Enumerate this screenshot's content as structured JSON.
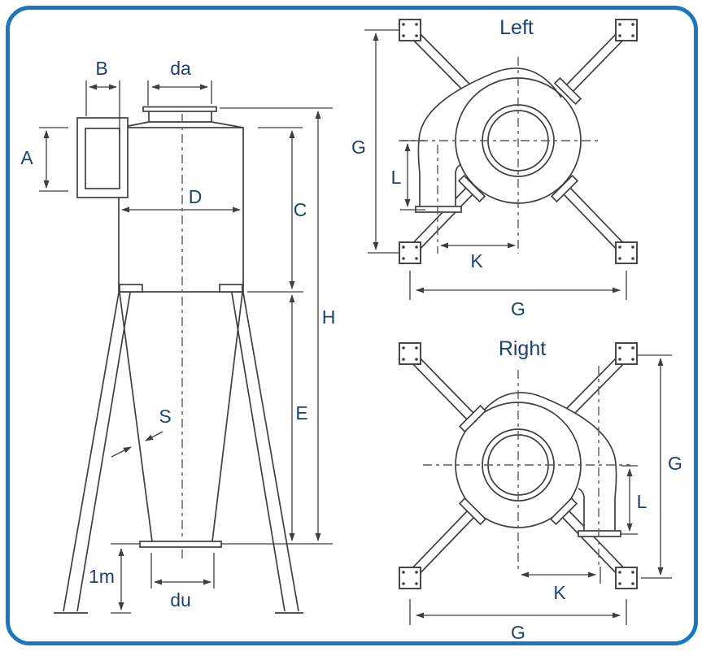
{
  "colors": {
    "line": "#3f3f41",
    "label": "#1e4174",
    "border": "#1b76bf",
    "dash": "#5a5a5c"
  },
  "side_view": {
    "labels": {
      "A": "A",
      "B": "B",
      "C": "C",
      "D": "D",
      "E": "E",
      "H": "H",
      "S": "S",
      "da": "da",
      "du": "du",
      "ground_clearance": "1m"
    }
  },
  "top_view_left": {
    "title": "Left",
    "labels": {
      "g_vertical": "G",
      "l": "L",
      "k": "K",
      "g_horizontal": "G"
    }
  },
  "top_view_right": {
    "title": "Right",
    "labels": {
      "g_vertical": "G",
      "l": "L",
      "k": "K",
      "g_horizontal": "G"
    }
  }
}
